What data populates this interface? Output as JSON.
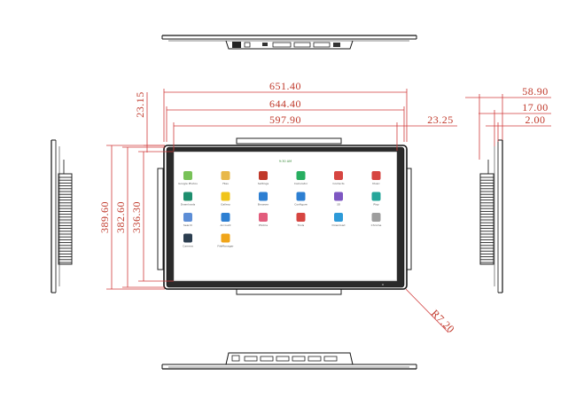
{
  "dimensions": {
    "overall_width": "651.40",
    "bezel_width": "644.40",
    "active_width": "597.90",
    "side_offset": "23.25",
    "top_offset": "23.15",
    "overall_height": "389.60",
    "bezel_height": "382.60",
    "active_height": "336.30",
    "corner_radius": "R7.20",
    "depth_total": "58.90",
    "depth_bezel": "17.00",
    "depth_front": "2.00"
  },
  "screen": {
    "status": "9:30 AM",
    "apps": [
      {
        "name": "Google Photos",
        "icon": "pinwheel-icon",
        "color": "#78c258"
      },
      {
        "name": "Files",
        "icon": "folder-icon",
        "color": "#e8b84a"
      },
      {
        "name": "Settings",
        "icon": "settings-gear-icon",
        "color": "#c0392b"
      },
      {
        "name": "Calculator",
        "icon": "calculator-icon",
        "color": "#27ae60"
      },
      {
        "name": "Contacts",
        "icon": "contact-icon",
        "color": "#d64541"
      },
      {
        "name": "Music",
        "icon": "record-icon",
        "color": "#d64541"
      },
      {
        "name": "Downloads",
        "icon": "downloads-icon",
        "color": "#1e8e6e"
      },
      {
        "name": "Gallery",
        "icon": "gallery-icon",
        "color": "#f0c419"
      },
      {
        "name": "Browser",
        "icon": "globe-icon",
        "color": "#2d7fd2"
      },
      {
        "name": "Configure",
        "icon": "cog-icon",
        "color": "#2d7fd2"
      },
      {
        "name": "3D",
        "icon": "cube-icon",
        "color": "#7e57c2"
      },
      {
        "name": "Play",
        "icon": "play-icon",
        "color": "#26a69a"
      },
      {
        "name": "Search",
        "icon": "magnifier-icon",
        "color": "#5c8dd6"
      },
      {
        "name": "Account",
        "icon": "person-icon",
        "color": "#2d7fd2"
      },
      {
        "name": "Photos",
        "icon": "photos-icon",
        "color": "#e25c7c"
      },
      {
        "name": "Tools",
        "icon": "toolbox-icon",
        "color": "#d64541"
      },
      {
        "name": "Download",
        "icon": "download-arrow-icon",
        "color": "#2d9ad8"
      },
      {
        "name": "Chrome",
        "icon": "chrome-icon",
        "color": "#9e9e9e"
      },
      {
        "name": "Camera",
        "icon": "camera-icon",
        "color": "#2c3e50"
      },
      {
        "name": "FileManager",
        "icon": "file-manager-icon",
        "color": "#f0a51a"
      }
    ]
  }
}
